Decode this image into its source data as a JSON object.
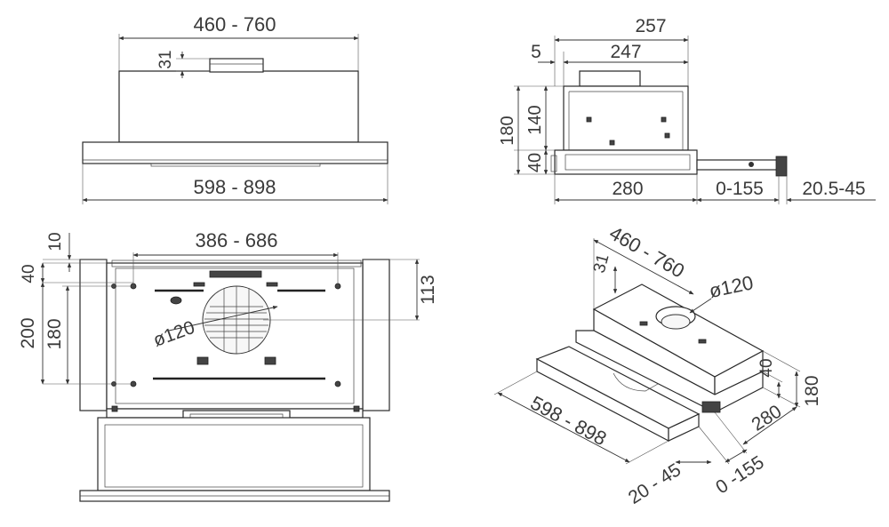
{
  "labels": {
    "top_width": "460 - 760",
    "top_inset": "31",
    "front_width": "598 - 898",
    "side_depth_total": "257",
    "side_offset": "5",
    "side_depth_body": "247",
    "side_height_total": "180",
    "side_height_upper": "140",
    "side_height_lower": "40",
    "side_base_depth": "280",
    "side_slide": "0-155",
    "side_front": "20.5-45",
    "bottom_top_gap": "10",
    "bottom_width": "386 - 686",
    "bottom_h40": "40",
    "bottom_h200": "200",
    "bottom_h180": "180",
    "bottom_h113": "113",
    "bottom_duct": "ø120",
    "iso_top_width": "460 - 760",
    "iso_inset": "31",
    "iso_duct": "ø120",
    "iso_front_width": "598 - 898",
    "iso_h40": "40",
    "iso_h180": "180",
    "iso_depth": "280",
    "iso_front": "20 - 45",
    "iso_slide": "0 -155"
  },
  "colors": {
    "line": "#2a2a2a",
    "text": "#3a3a3a",
    "background": "#ffffff"
  }
}
